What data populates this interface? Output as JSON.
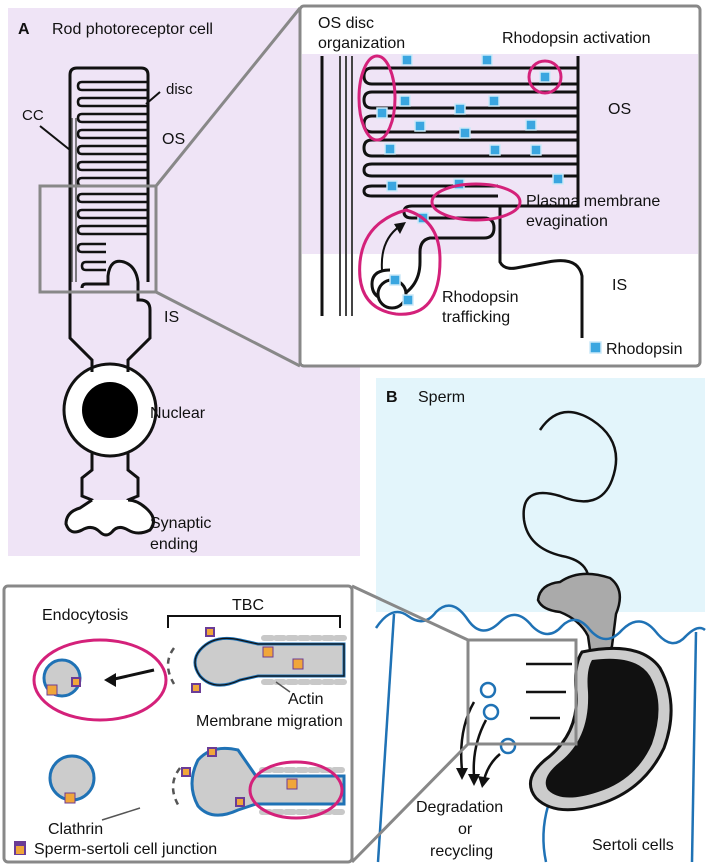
{
  "panel_a": {
    "letter": "A",
    "title": "Rod photoreceptor cell",
    "labels": {
      "cc": "CC",
      "disc": "disc",
      "os": "OS",
      "is": "IS",
      "nuclear": "Nuclear",
      "synaptic_1": "Synaptic",
      "synaptic_2": "ending"
    },
    "bg_color": "#efe4f6"
  },
  "inset_a": {
    "os_disc_1": "OS disc",
    "os_disc_2": "organization",
    "rhodopsin_activation": "Rhodopsin activation",
    "os": "OS",
    "is": "IS",
    "plasma_1": "Plasma membrane",
    "plasma_2": "evagination",
    "trafficking_1": "Rhodopsin",
    "trafficking_2": "trafficking",
    "legend": "Rhodopsin",
    "rhodopsin_color": "#3aa6e0",
    "circle_color": "#d4217a"
  },
  "panel_b": {
    "letter": "B",
    "title": "Sperm",
    "degradation_1": "Degradation",
    "degradation_2": "or",
    "degradation_3": "recycling",
    "sertoli": "Sertoli cells",
    "bg_color": "#e3f5fb",
    "membrane_color": "#1f72b5"
  },
  "inset_b": {
    "endocytosis": "Endocytosis",
    "tbc": "TBC",
    "actin": "Actin",
    "membrane_migration": "Membrane migration",
    "clathrin": "Clathrin",
    "legend": "Sperm-sertoli cell junction"
  }
}
